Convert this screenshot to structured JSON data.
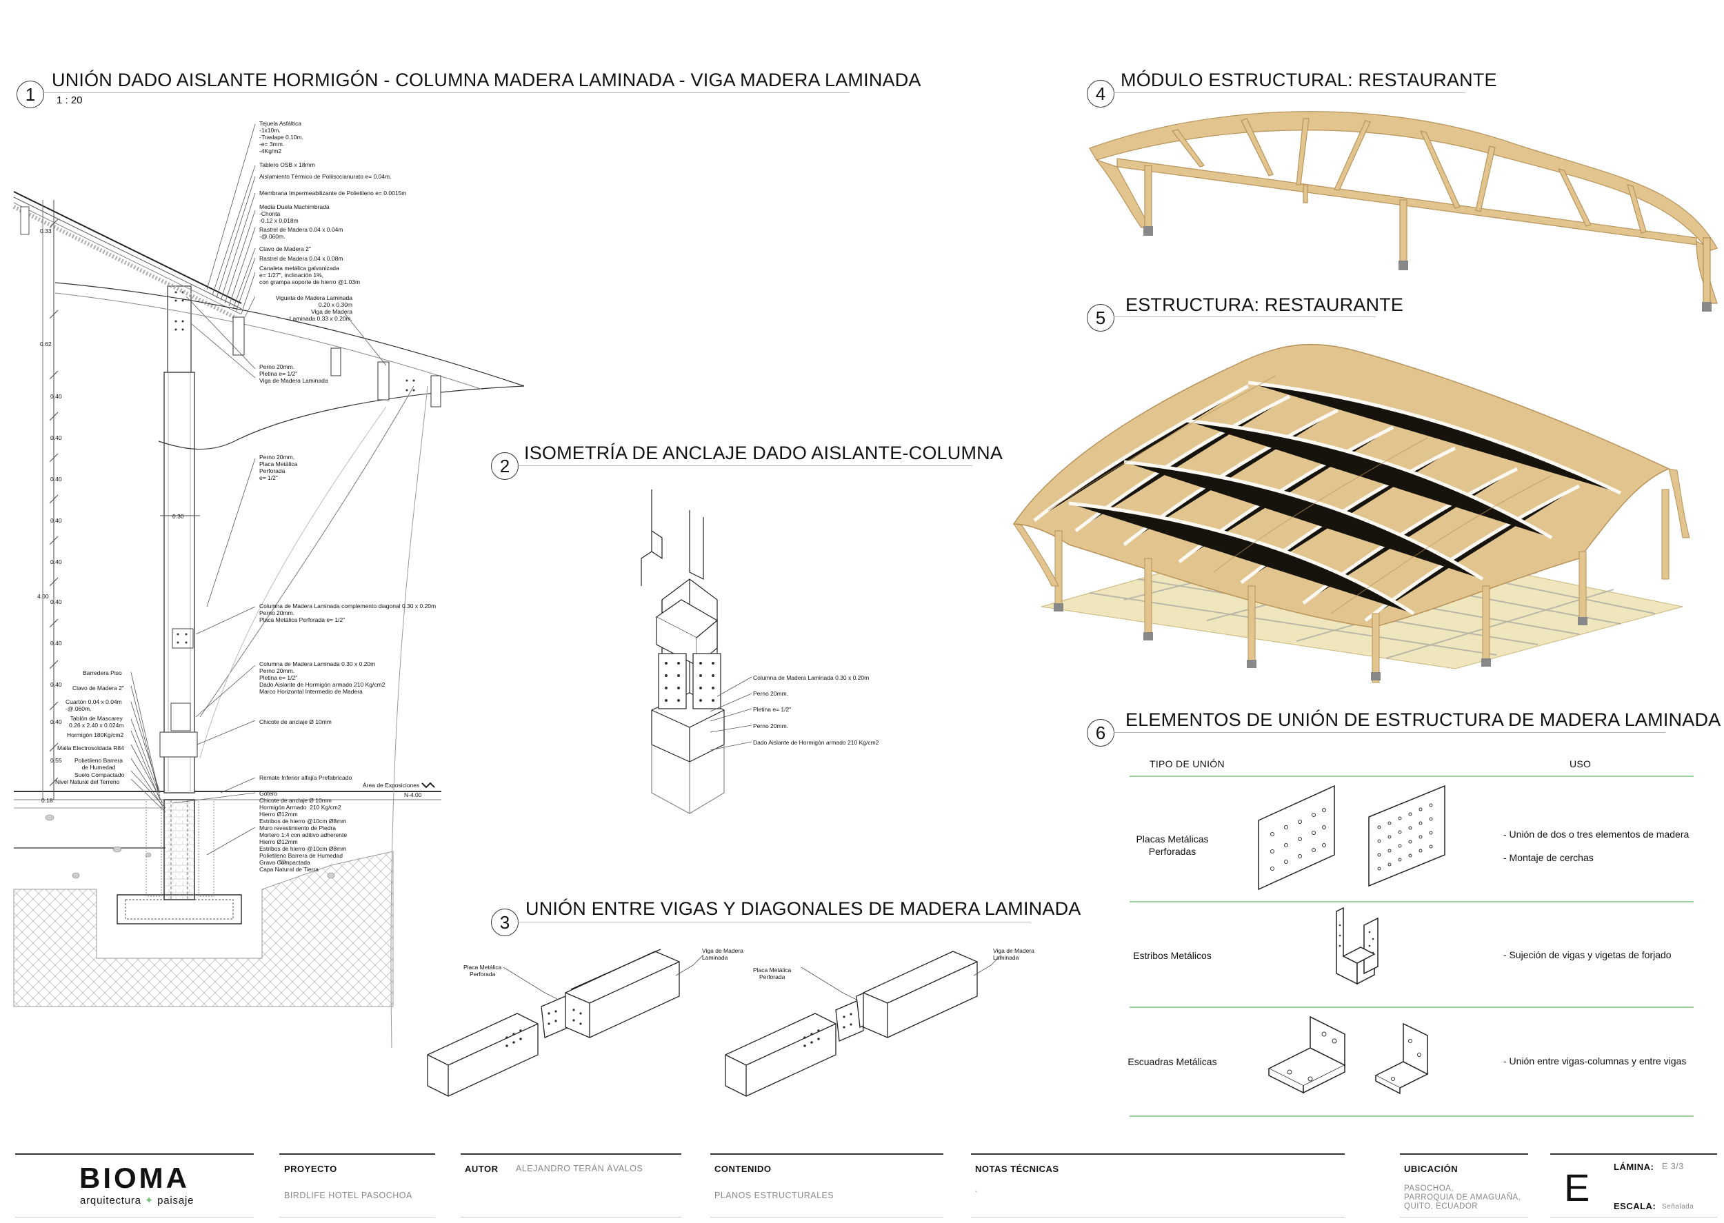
{
  "sections": {
    "s1": {
      "number": "1",
      "title": "UNIÓN DADO AISLANTE HORMIGÓN - COLUMNA MADERA LAMINADA - VIGA MADERA LAMINADA",
      "scale": "1 : 20"
    },
    "s2": {
      "number": "2",
      "title": "ISOMETRÍA DE ANCLAJE DADO AISLANTE-COLUMNA"
    },
    "s3": {
      "number": "3",
      "title": "UNIÓN ENTRE VIGAS Y DIAGONALES DE MADERA LAMINADA"
    },
    "s4": {
      "number": "4",
      "title": "MÓDULO ESTRUCTURAL: RESTAURANTE"
    },
    "s5": {
      "number": "5",
      "title": "ESTRUCTURA: RESTAURANTE"
    },
    "s6": {
      "number": "6",
      "title": "ELEMENTOS DE UNIÓN DE ESTRUCTURA DE MADERA LAMINADA"
    }
  },
  "section1_notes": {
    "n1": "Tejuela Asfáltica\n-1x10m.\n-Traslape 0.10m.\n-e= 3mm.\n-4Kg/m2",
    "n2": "Tablero OSB x 18mm",
    "n3": "Aislamiento Térmico de Poliisocianurato e= 0.04m.",
    "n4": "Membrana Impermeabilizante de Polietileno e= 0.0015m",
    "n5": "Media Duela Machimbrada\n-Chonta\n-0.12 x 0.018m",
    "n6": "Rastrel de Madera 0.04 x 0.04m\n-@.060m.",
    "n7": "Clavo de Madera 2\"",
    "n8": "Rastrel de Madera 0.04 x 0.08m",
    "n9": "Canaleta metálica galvanizada\ne= 1/27\", inclinación 1%,\ncon grampa soporte de hierro @1.03m",
    "n10": "Vigueta de Madera Laminada\n0.20 x 0.30m\nViga de Madera\nLaminada 0.33 x 0.20m.",
    "n11": "Perno 20mm.\nPletina e= 1/2\"\nViga de Madera Laminada",
    "n12": "Perno 20mm.\nPlaca Metálica\nPerforada\ne= 1/2\"",
    "n13": "Columna de Madera Laminada complemento diagonal 0.30 x 0.20m\nPerno 20mm.\nPlaca Metálica Perforada e= 1/2\"",
    "n14": "Columna de Madera Laminada 0.30 x 0.20m\nPerno 20mm.\nPletina e= 1/2\"\nDado Aislante de Hormigón armado 210 Kg/cm2\nMarco Horizontal Intermedio de Madera",
    "n15": "Chicote de anclaje Ø 10mm",
    "n16": "Remate Inferior alfajía Prefabricado",
    "n17": "Gotero\nChicote de anclaje Ø 10mm\nHormigón Armado  210 Kg/cm2\nHierro Ø12mm\nEstribos de hierro @10cm Ø8mm\nMuro revestimiento de Piedra\nMortero 1:4 con aditivo adherente\nHierro Ø12mm\nEstribos de hierro @10cm Ø8mm\nPolietileno Barrera de Humedad\nGrava Compactada\nCapa Natural de Tierra",
    "left1": "Barredera Piso",
    "left2": "Clavo de Madera 2\"",
    "left3": "Cuartón 0.04 x 0.04m\n-@.060m.",
    "left4": "Tablón de Mascarey\n0.26 x 2.40 x 0.024m",
    "left5": "Hormigón 180Kg/cm2",
    "left6": "Malla Electrosoldada R84",
    "left7": "Polietileno Barrera\nde Humedad",
    "left8": "Suelo Compactado",
    "left9": "Nivel Natural del Terreno",
    "area": "Área de Exposiciones",
    "level": "N-4.00"
  },
  "section1_dims": [
    "0.33",
    "0.62",
    "0.40",
    "0.40",
    "0.40",
    "0.40",
    "0.40",
    "0.40",
    "0.40",
    "0.40",
    "0.40",
    "0.55",
    "0.18",
    "4.00",
    "0.30"
  ],
  "section2_notes": [
    "Columna de Madera Laminada 0.30 x 0.20m",
    "Perno 20mm.",
    "Pletina e= 1/2\"",
    "Perno 20mm.",
    "Dado Aislante de Hormigón armado 210 Kg/cm2"
  ],
  "section3_notes": {
    "plate": "Placa Metálica\nPerforada",
    "beam": "Viga de Madera\nLaminada"
  },
  "section6": {
    "header_tipo": "TIPO DE UNIÓN",
    "header_uso": "USO",
    "rows": [
      {
        "tipo": "Placas Metálicas\nPerforadas",
        "usos": [
          "-  Unión de dos o tres elementos de madera",
          "-  Montaje de cerchas"
        ]
      },
      {
        "tipo": "Estribos Metálicos",
        "usos": [
          "-  Sujeción de vigas y vigetas de forjado"
        ]
      },
      {
        "tipo": "Escuadras Metálicas",
        "usos": [
          "-  Unión entre vigas-columnas y entre vigas"
        ]
      }
    ]
  },
  "footer": {
    "logo": "BIOMA",
    "logo_sub_a": "arquitectura",
    "logo_sub_b": "paisaje",
    "proyecto_label": "PROYECTO",
    "proyecto_value": "BIRDLIFE HOTEL PASOCHOA",
    "autor_label": "AUTOR",
    "autor_value": "ALEJANDRO TERÁN ÁVALOS",
    "contenido_label": "CONTENIDO",
    "contenido_value": "PLANOS ESTRUCTURALES",
    "notas_label": "NOTAS TÉCNICAS",
    "notas_value": ".",
    "ubicacion_label": "UBICACIÓN",
    "ubicacion_value": "PASOCHOA,\nPARROQUIA DE AMAGUAÑA,\nQUITO, ECUADOR",
    "sheet_letter": "E",
    "lamina_label": "LÁMINA:",
    "lamina_value": "E 3/3",
    "escala_label": "ESCALA:",
    "escala_value": "Señalada"
  },
  "colors": {
    "wood": "#e2c48e",
    "wood_dark": "#b8935a",
    "floor": "#efe6bd",
    "green_rule": "#9bd39b"
  }
}
